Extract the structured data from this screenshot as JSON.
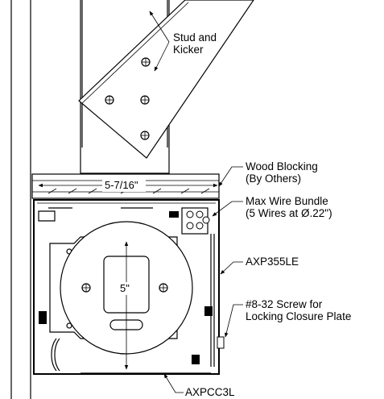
{
  "callouts": {
    "stud_kicker": [
      "Stud and",
      "Kicker"
    ],
    "wood_blocking": [
      "Wood Blocking",
      "(By Others)"
    ],
    "max_wire": [
      "Max Wire Bundle",
      "(5 Wires at Ø.22\")"
    ],
    "housing": "AXP355LE",
    "screw": [
      "#8-32 Screw for",
      "Locking Closure Plate"
    ],
    "closure": "AXPCC3L"
  },
  "dimensions": {
    "width": "5-7/16\"",
    "height": "5\""
  }
}
